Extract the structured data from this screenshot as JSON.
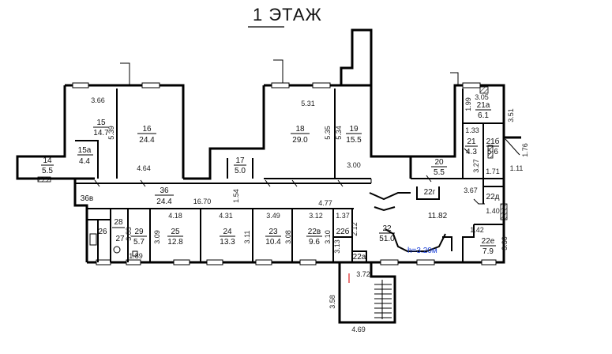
{
  "title": "1 ЭТАЖ",
  "height_note": "h=3.20м",
  "rooms": [
    {
      "id": "14",
      "area": "5.5"
    },
    {
      "id": "15",
      "area": "14.7"
    },
    {
      "id": "15а",
      "area": "4.4"
    },
    {
      "id": "16",
      "area": "24.4"
    },
    {
      "id": "17",
      "area": "5.0"
    },
    {
      "id": "18",
      "area": "29.0"
    },
    {
      "id": "19",
      "area": "15.5"
    },
    {
      "id": "20",
      "area": "5.5"
    },
    {
      "id": "21",
      "area": "4.3"
    },
    {
      "id": "21а",
      "area": "6.1"
    },
    {
      "id": "21б",
      "area": "5.6"
    },
    {
      "id": "22",
      "area": "51.0"
    },
    {
      "id": "22в",
      "area": "9.6"
    },
    {
      "id": "22е",
      "area": "7.9"
    },
    {
      "id": "23",
      "area": "10.4"
    },
    {
      "id": "24",
      "area": "13.3"
    },
    {
      "id": "25",
      "area": "12.8"
    },
    {
      "id": "27",
      "area": ""
    },
    {
      "id": "28",
      "area": ""
    },
    {
      "id": "29",
      "area": "5.7"
    },
    {
      "id": "36",
      "area": "24.4"
    }
  ],
  "labels": [
    "36в",
    "26",
    "22г",
    "22д",
    "22б",
    "22а",
    "11.82"
  ],
  "dimensions": [
    "3.66",
    "5.39",
    "4.64",
    "5.31",
    "5.35",
    "5.34",
    "3.00",
    "3.05",
    "1.99",
    "1.33",
    "3.51",
    "1.76",
    "1.11",
    "3.27",
    "1.71",
    "16.70",
    "1.54",
    "4.77",
    "4.18",
    "4.31",
    "3.49",
    "3.12",
    "1.37",
    "3.67",
    "1.40",
    "1.42",
    "3.30",
    "3.03",
    "3.09",
    "3.11",
    "3.08",
    "3.10",
    "2.12",
    "3.13",
    "1.89",
    "3.72",
    "3.58",
    "4.69"
  ]
}
